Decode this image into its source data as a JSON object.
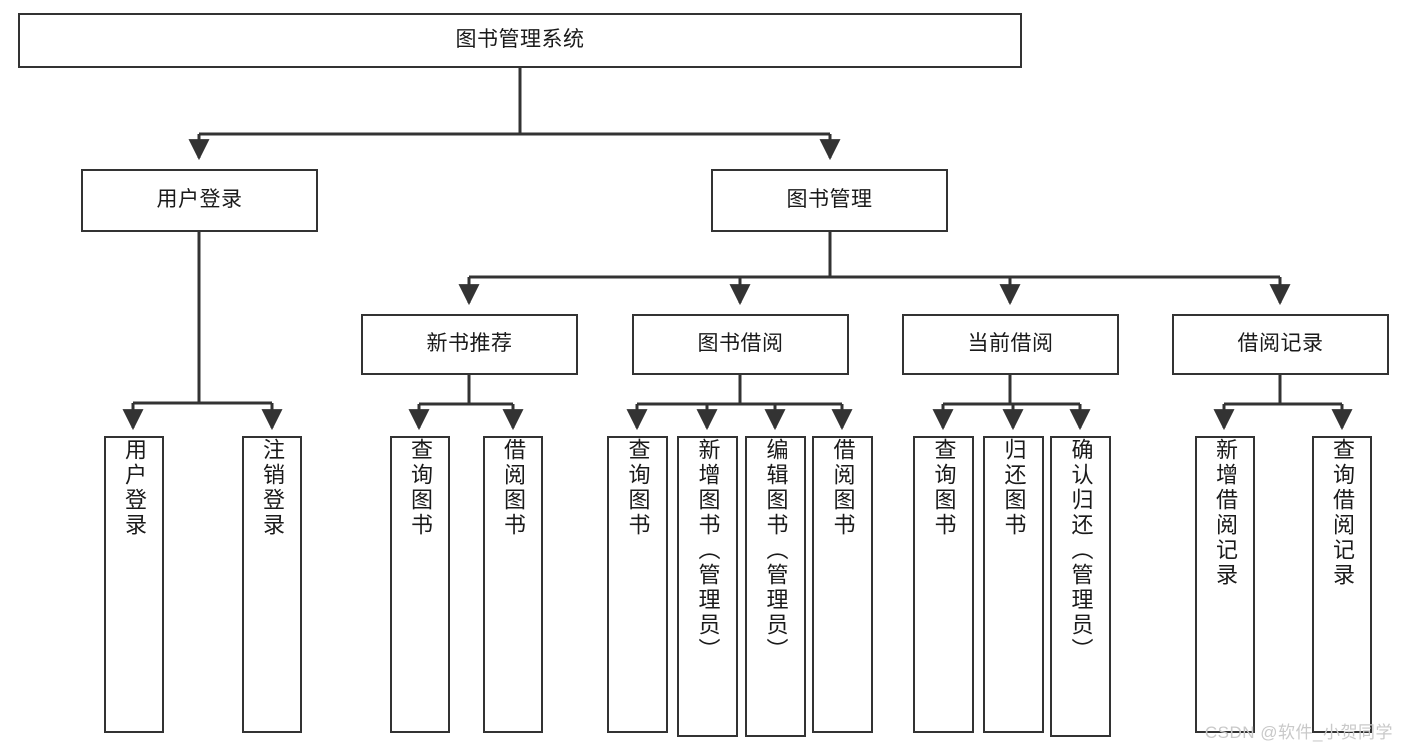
{
  "diagram": {
    "title": "图书管理系统",
    "watermark": "CSDN @软件_小贺同学",
    "colors": {
      "stroke": "#333333",
      "box_fill": "#ffffff",
      "text": "#1a1a1a",
      "watermark": "#c9c9c9",
      "background": "#ffffff"
    },
    "nodes": {
      "root": {
        "label": "图书管理系统"
      },
      "level2": [
        {
          "label": "用户登录"
        },
        {
          "label": "图书管理"
        }
      ],
      "level3": [
        {
          "label": "新书推荐"
        },
        {
          "label": "图书借阅"
        },
        {
          "label": "当前借阅"
        },
        {
          "label": "借阅记录"
        }
      ],
      "leaves": {
        "user_login": [
          {
            "label": "用户登录"
          },
          {
            "label": "注销登录"
          }
        ],
        "new_book_recommend": [
          {
            "label": "查询图书"
          },
          {
            "label": "借阅图书"
          }
        ],
        "book_borrow": [
          {
            "label": "查询图书"
          },
          {
            "label": "新增图书（管理员）"
          },
          {
            "label": "编辑图书（管理员）"
          },
          {
            "label": "借阅图书"
          }
        ],
        "current_borrow": [
          {
            "label": "查询图书"
          },
          {
            "label": "归还图书"
          },
          {
            "label": "确认归还（管理员）"
          }
        ],
        "borrow_record": [
          {
            "label": "新增借阅记录"
          },
          {
            "label": "查询借阅记录"
          }
        ]
      }
    }
  }
}
